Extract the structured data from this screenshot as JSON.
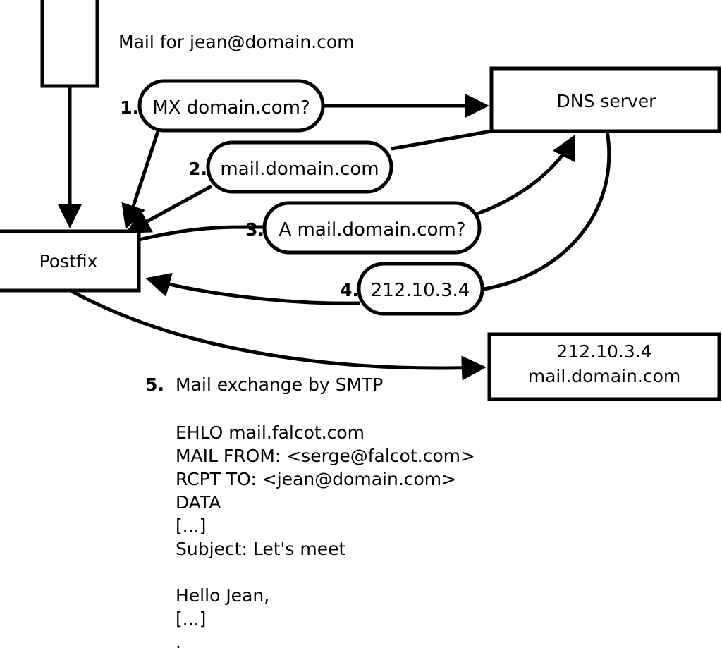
{
  "diagram": {
    "title_note": "Mail for jean@domain.com",
    "nodes": {
      "mua": {
        "label": ""
      },
      "postfix": {
        "label": "Postfix"
      },
      "dns": {
        "label": "DNS server"
      },
      "remote_mx": {
        "line1": "212.10.3.4",
        "line2": "mail.domain.com"
      }
    },
    "steps": [
      {
        "num": "1.",
        "text": "MX domain.com?"
      },
      {
        "num": "2.",
        "text": "mail.domain.com"
      },
      {
        "num": "3.",
        "text": "A mail.domain.com?"
      },
      {
        "num": "4.",
        "text": "212.10.3.4"
      },
      {
        "num": "5.",
        "text": "Mail exchange by SMTP"
      }
    ],
    "smtp_transcript": [
      "EHLO mail.falcot.com",
      "MAIL FROM: <serge@falcot.com>",
      "RCPT TO: <jean@domain.com>",
      "DATA",
      "[...]",
      "Subject: Let's meet",
      "",
      "Hello Jean,",
      "[...]",
      "."
    ],
    "colors": {
      "stroke": "#000000",
      "fill": "#ffffff"
    }
  }
}
